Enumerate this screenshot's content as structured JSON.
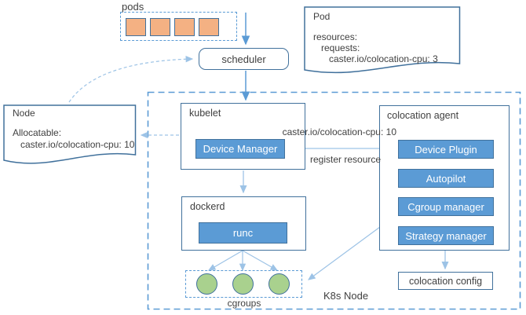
{
  "pods": {
    "label": "pods",
    "count": 4
  },
  "scheduler": {
    "label": "scheduler"
  },
  "pod_doc": {
    "title": "Pod",
    "line1": "resources:",
    "line2": "requests:",
    "line3": "caster.io/colocation-cpu: 3"
  },
  "node_doc": {
    "title": "Node",
    "line1": "Allocatable:",
    "line2": "caster.io/colocation-cpu: 10"
  },
  "k8s_node": {
    "label": "K8s Node"
  },
  "kubelet": {
    "title": "kubelet",
    "device_manager_label": "Device Manager"
  },
  "dockerd": {
    "title": "dockerd",
    "runc_label": "runc"
  },
  "agent": {
    "title": "colocation agent",
    "modules": [
      {
        "label": "Device Plugin"
      },
      {
        "label": "Autopilot"
      },
      {
        "label": "Cgroup manager"
      },
      {
        "label": "Strategy manager"
      }
    ]
  },
  "edges": {
    "resource_label": "caster.io/colocation-cpu: 10",
    "register_label": "register resource"
  },
  "cgroups": {
    "label": "cgroups",
    "circle_count": 3
  },
  "colocation_config": {
    "label": "colocation config"
  },
  "colors": {
    "accent_blue": "#5B9BD5",
    "border_blue": "#41719C",
    "light_blue": "#9DC3E6",
    "orange": "#F4B183",
    "green": "#A9D18E",
    "text": "#3F3F3F"
  }
}
